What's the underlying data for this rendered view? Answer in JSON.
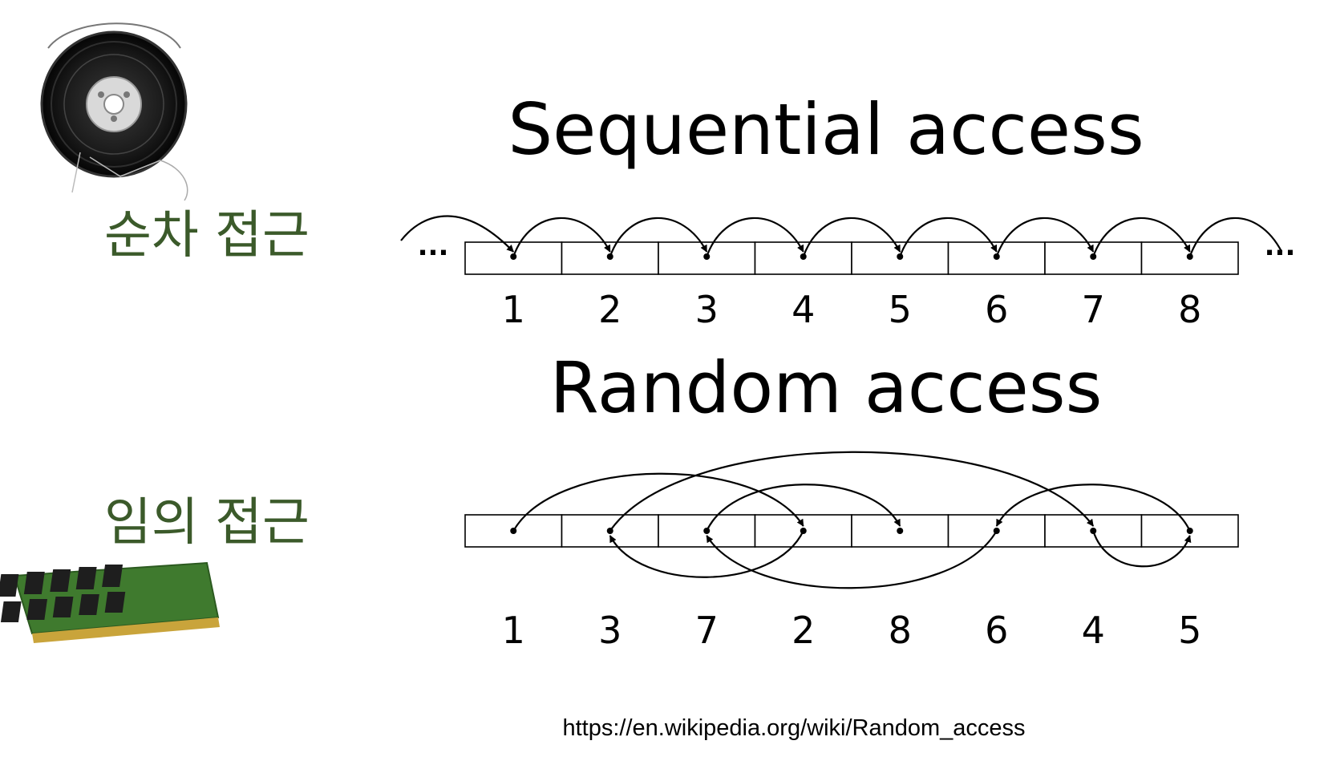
{
  "sequential": {
    "title": "Sequential access",
    "korean_label": "순차 접근",
    "ellipsis_left": "...",
    "ellipsis_right": "...",
    "cell_labels": [
      "1",
      "2",
      "3",
      "4",
      "5",
      "6",
      "7",
      "8"
    ]
  },
  "random": {
    "title": "Random access",
    "korean_label": "임의 접근",
    "cell_labels": [
      "1",
      "3",
      "7",
      "2",
      "8",
      "6",
      "4",
      "5"
    ]
  },
  "source_url": "https://en.wikipedia.org/wiki/Random_access",
  "images": {
    "tape": "tape-reel-icon",
    "ram": "ram-module-icon"
  },
  "colors": {
    "korean_label": "#3b5a2a",
    "ram_board": "#3f7a2e",
    "ram_chip": "#1e1e1e",
    "ram_contacts": "#c9a43b",
    "tape_reel": "#1c1c1c"
  }
}
